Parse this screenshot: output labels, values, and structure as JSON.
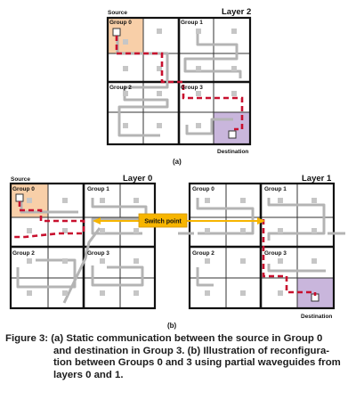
{
  "diagram_a": {
    "layer_label": "Layer 2",
    "source_label": "Source",
    "destination_label": "Destination",
    "groups": [
      "Group 0",
      "Group 1",
      "Group 2",
      "Group 3"
    ],
    "panel_label": "(a)"
  },
  "diagram_b": {
    "left": {
      "layer_label": "Layer 0",
      "source_label": "Source",
      "groups": [
        "Group 0",
        "Group 1",
        "Group 2",
        "Group 3"
      ]
    },
    "right": {
      "layer_label": "Layer 1",
      "destination_label": "Destination",
      "groups": [
        "Group 0",
        "Group 1",
        "Group 2",
        "Group 3"
      ]
    },
    "switch_point_label": "Switch point",
    "panel_label": "(b)"
  },
  "colors": {
    "source_fill": "#f8cfa8",
    "destination_fill": "#c9b6dc",
    "path_red": "#c8102e",
    "switch_yellow": "#f7b500",
    "waveguide_gray": "#b4b4b4",
    "node_gray": "#c6c6c6"
  },
  "caption": {
    "line1": "Figure 3: (a) Static communication between the source in Group 0",
    "line2": "and destination in Group 3. (b) Illustration of reconfigura-",
    "line3": "tion between Groups 0 and 3 using partial waveguides from",
    "line4": "layers 0 and 1."
  }
}
